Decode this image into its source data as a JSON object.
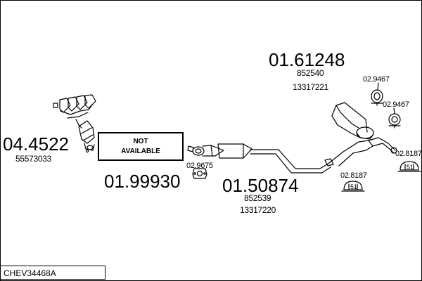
{
  "diagram": {
    "code": "CHEV34468A",
    "not_available_line1": "NOT",
    "not_available_line2": "AVAILABLE",
    "manifold": {
      "part": "04.4522",
      "ref": "55573033"
    },
    "front_pipe": {
      "part": "01.99930"
    },
    "middle_section": {
      "part": "01.50874",
      "ref1": "852539",
      "ref2": "13317220"
    },
    "rear_silencer": {
      "part": "01.61248",
      "ref1": "852540",
      "ref2": "13317221"
    },
    "gasket": {
      "part": "02.9675"
    },
    "mount_1": {
      "part": "02.9467"
    },
    "mount_2": {
      "part": "02.9467"
    },
    "clamp_1": {
      "part": "02.8187",
      "size": "51"
    },
    "clamp_2": {
      "part": "02.8187",
      "size": "51"
    }
  }
}
